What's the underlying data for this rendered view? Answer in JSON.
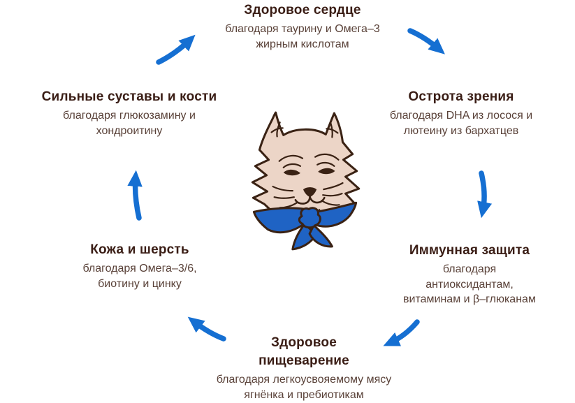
{
  "page": {
    "background": "#ffffff",
    "description": "Circular benefits infographic for cat nutrition with cat mascot in center"
  },
  "diagram": {
    "center_image": "cat-mascot-with-blue-bandana",
    "flow_direction": "clockwise",
    "colors": {
      "arrow": "#156fd2",
      "title": "#3a1d15",
      "subtitle": "#594138",
      "bandana": "#1f63c4",
      "fur": "#ecd5c7",
      "outline": "#3a2214"
    },
    "nodes": [
      {
        "id": "heart",
        "title": "Здоровое сердце",
        "subtitle": "благодаря таурину и Омега–3\nжирным кислотам"
      },
      {
        "id": "vision",
        "title": "Острота зрения",
        "subtitle": "благодаря DHA из лосося и\nлютеину из бархатцев"
      },
      {
        "id": "immunity",
        "title": "Иммунная защита",
        "subtitle": "благодаря\nантиоксидантам,\nвитаминам и β–глюканам"
      },
      {
        "id": "digestion",
        "title": "Здоровое\nпищеварение",
        "subtitle": "благодаря легкоусвояемому мясу\nягнёнка и пребиотикам"
      },
      {
        "id": "skin",
        "title": "Кожа и шерсть",
        "subtitle": "благодаря Омега–3/6,\nбиотину и цинку"
      },
      {
        "id": "joints",
        "title": "Сильные суставы и кости",
        "subtitle": "благодаря глюкозамину и\nхондроитину"
      }
    ],
    "arrows": [
      {
        "from": "joints",
        "to": "heart"
      },
      {
        "from": "heart",
        "to": "vision"
      },
      {
        "from": "vision",
        "to": "immunity"
      },
      {
        "from": "immunity",
        "to": "digestion"
      },
      {
        "from": "digestion",
        "to": "skin"
      },
      {
        "from": "skin",
        "to": "joints"
      }
    ]
  }
}
